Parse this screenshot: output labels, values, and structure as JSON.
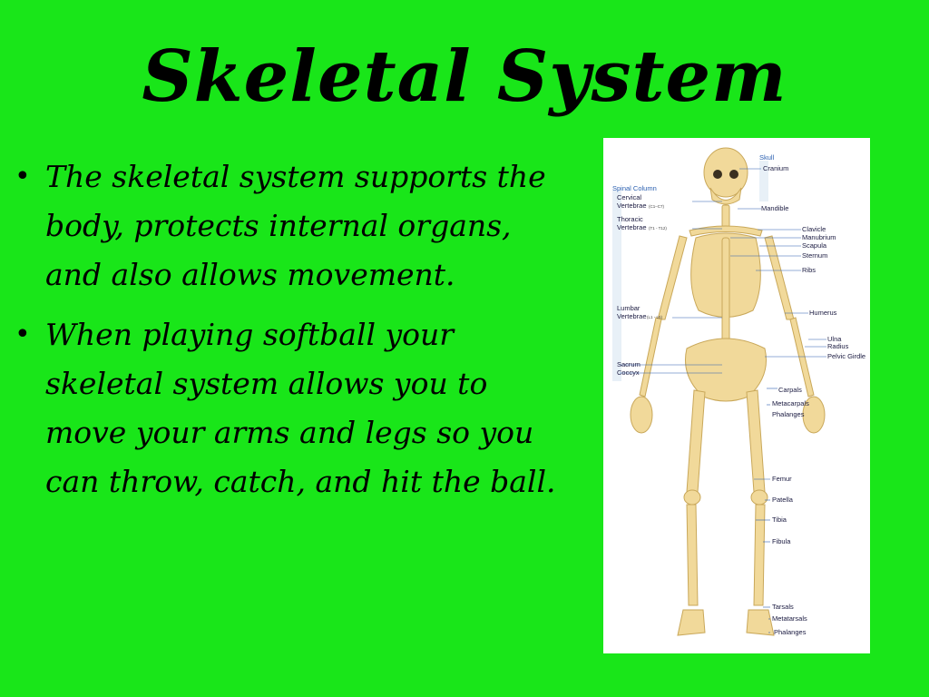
{
  "slide": {
    "title": "Skeletal System",
    "bullets": [
      "The skeletal system supports the body, protects internal organs, and also allows movement.",
      "When playing softball your skeletal system allows you to move your arms and legs so you can throw, catch, and hit the ball."
    ],
    "bullet_glyph": "•"
  },
  "diagram": {
    "labels": {
      "skull": "Skull",
      "cranium": "Cranium",
      "spinal_column": "Spinal Column",
      "cervical_vertebrae_1": "Cervical",
      "cervical_vertebrae_2": "Vertebrae",
      "cervical_count": "(C1–C7)",
      "mandible": "Mandible",
      "thoracic_vertebrae_1": "Thoracic",
      "thoracic_vertebrae_2": "Vertebrae",
      "thoracic_count": "(T1 - T12)",
      "clavicle": "Clavicle",
      "manubrium": "Manubrium",
      "scapula": "Scapula",
      "sternum": "Sternum",
      "ribs": "Ribs",
      "humerus": "Humerus",
      "lumbar_vertebrae_1": "Lumbar",
      "lumbar_vertebrae_2": "Vertebrae",
      "lumbar_count": "(L1 - L5)",
      "ulna": "Ulna",
      "radius": "Radius",
      "pelvic_girdle": "Pelvic Girdle",
      "sacrum": "Sacrum",
      "coccyx": "Coccyx",
      "carpals": "Carpals",
      "metacarpals": "Metacarpals",
      "phalanges_hand": "Phalanges",
      "femur": "Femur",
      "patella": "Patella",
      "tibia": "Tibia",
      "fibula": "Fibula",
      "tarsals": "Tarsals",
      "metatarsals": "Metatarsals",
      "phalanges_foot": "Phalanges"
    },
    "colors": {
      "bone": "#f1d99a",
      "bone_stroke": "#c9a85a",
      "label_line": "#2a5fb0",
      "marker": "#cc2020"
    }
  }
}
